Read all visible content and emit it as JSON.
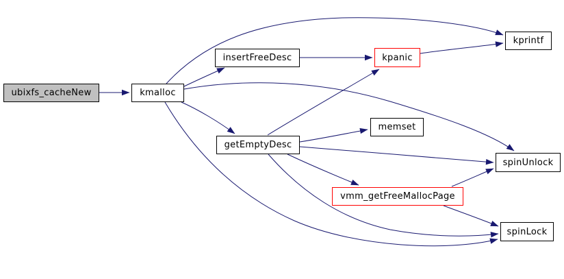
{
  "diagram": {
    "type": "call-graph",
    "background_color": "#ffffff",
    "edge_color": "#191970",
    "node_border_color": "#000000",
    "highlight_border_color": "#ff0000",
    "focus_fill_color": "#c0c0c0",
    "nodes": [
      {
        "id": "ubixfs_cacheNew",
        "label": "ubixfs_cacheNew",
        "style": "focus"
      },
      {
        "id": "kmalloc",
        "label": "kmalloc",
        "style": "normal"
      },
      {
        "id": "insertFreeDesc",
        "label": "insertFreeDesc",
        "style": "normal"
      },
      {
        "id": "kpanic",
        "label": "kpanic",
        "style": "red"
      },
      {
        "id": "kprintf",
        "label": "kprintf",
        "style": "normal"
      },
      {
        "id": "getEmptyDesc",
        "label": "getEmptyDesc",
        "style": "normal"
      },
      {
        "id": "memset",
        "label": "memset",
        "style": "normal"
      },
      {
        "id": "spinUnlock",
        "label": "spinUnlock",
        "style": "normal"
      },
      {
        "id": "vmm_getFreeMallocPage",
        "label": "vmm_getFreeMallocPage",
        "style": "red"
      },
      {
        "id": "spinLock",
        "label": "spinLock",
        "style": "normal"
      }
    ],
    "edges": [
      {
        "from": "ubixfs_cacheNew",
        "to": "kmalloc"
      },
      {
        "from": "kmalloc",
        "to": "kprintf"
      },
      {
        "from": "kmalloc",
        "to": "insertFreeDesc"
      },
      {
        "from": "kmalloc",
        "to": "getEmptyDesc"
      },
      {
        "from": "kmalloc",
        "to": "spinUnlock"
      },
      {
        "from": "kmalloc",
        "to": "spinLock"
      },
      {
        "from": "insertFreeDesc",
        "to": "kpanic"
      },
      {
        "from": "kpanic",
        "to": "kprintf"
      },
      {
        "from": "getEmptyDesc",
        "to": "kpanic"
      },
      {
        "from": "getEmptyDesc",
        "to": "memset"
      },
      {
        "from": "getEmptyDesc",
        "to": "spinUnlock"
      },
      {
        "from": "getEmptyDesc",
        "to": "vmm_getFreeMallocPage"
      },
      {
        "from": "getEmptyDesc",
        "to": "spinLock"
      },
      {
        "from": "vmm_getFreeMallocPage",
        "to": "spinUnlock"
      },
      {
        "from": "vmm_getFreeMallocPage",
        "to": "spinLock"
      }
    ]
  }
}
